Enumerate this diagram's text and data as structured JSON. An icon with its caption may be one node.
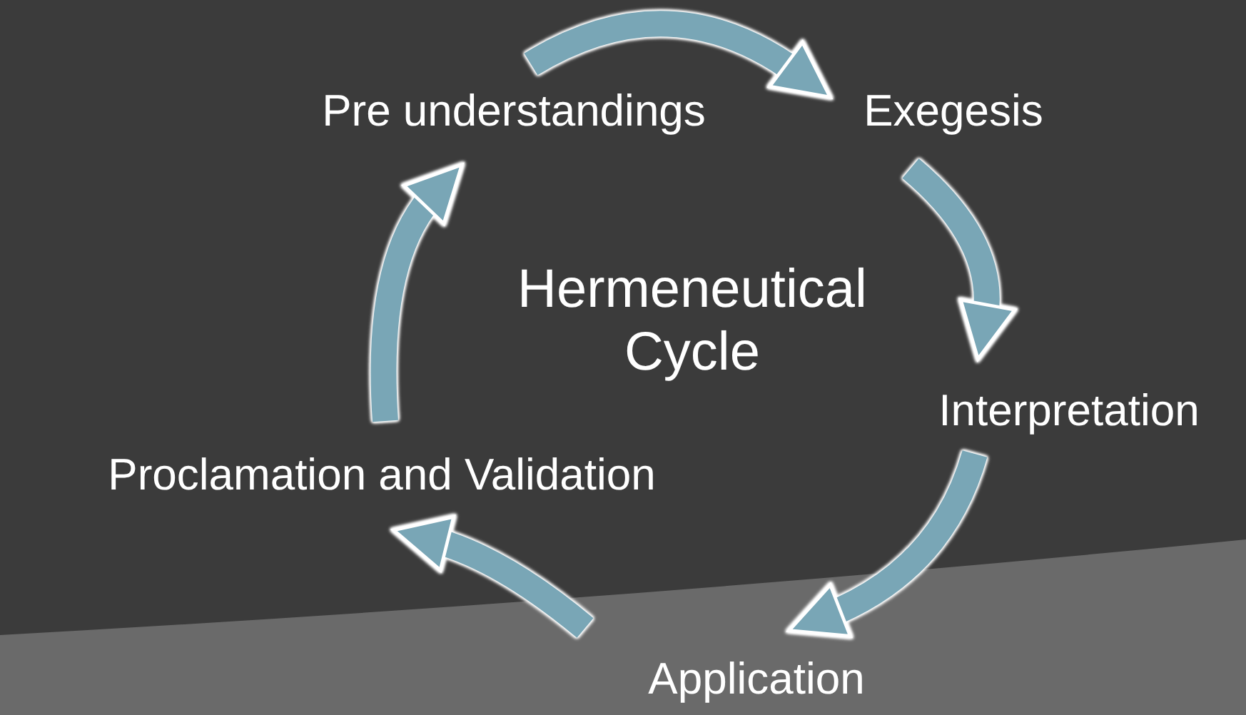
{
  "diagram": {
    "nodes": [
      {
        "text": [
          "Hermeneutical Cycle"
        ]
      },
      {
        "text": [
          "Pre understandings"
        ]
      },
      {
        "text": [
          "Exegesis"
        ]
      },
      {
        "text": [
          "Interpretation"
        ]
      },
      {
        "text": [
          "Application"
        ]
      },
      {
        "text": [
          "Proclamation and Validation"
        ]
      }
    ],
    "edges": [
      {
        "from": 1,
        "to": 2,
        "arrow": "to"
      },
      {
        "from": 2,
        "to": 3,
        "arrow": "to"
      },
      {
        "from": 3,
        "to": 4,
        "arrow": "to"
      },
      {
        "from": 4,
        "to": 5,
        "arrow": "to"
      },
      {
        "from": 5,
        "to": 1,
        "arrow": "to"
      }
    ]
  }
}
